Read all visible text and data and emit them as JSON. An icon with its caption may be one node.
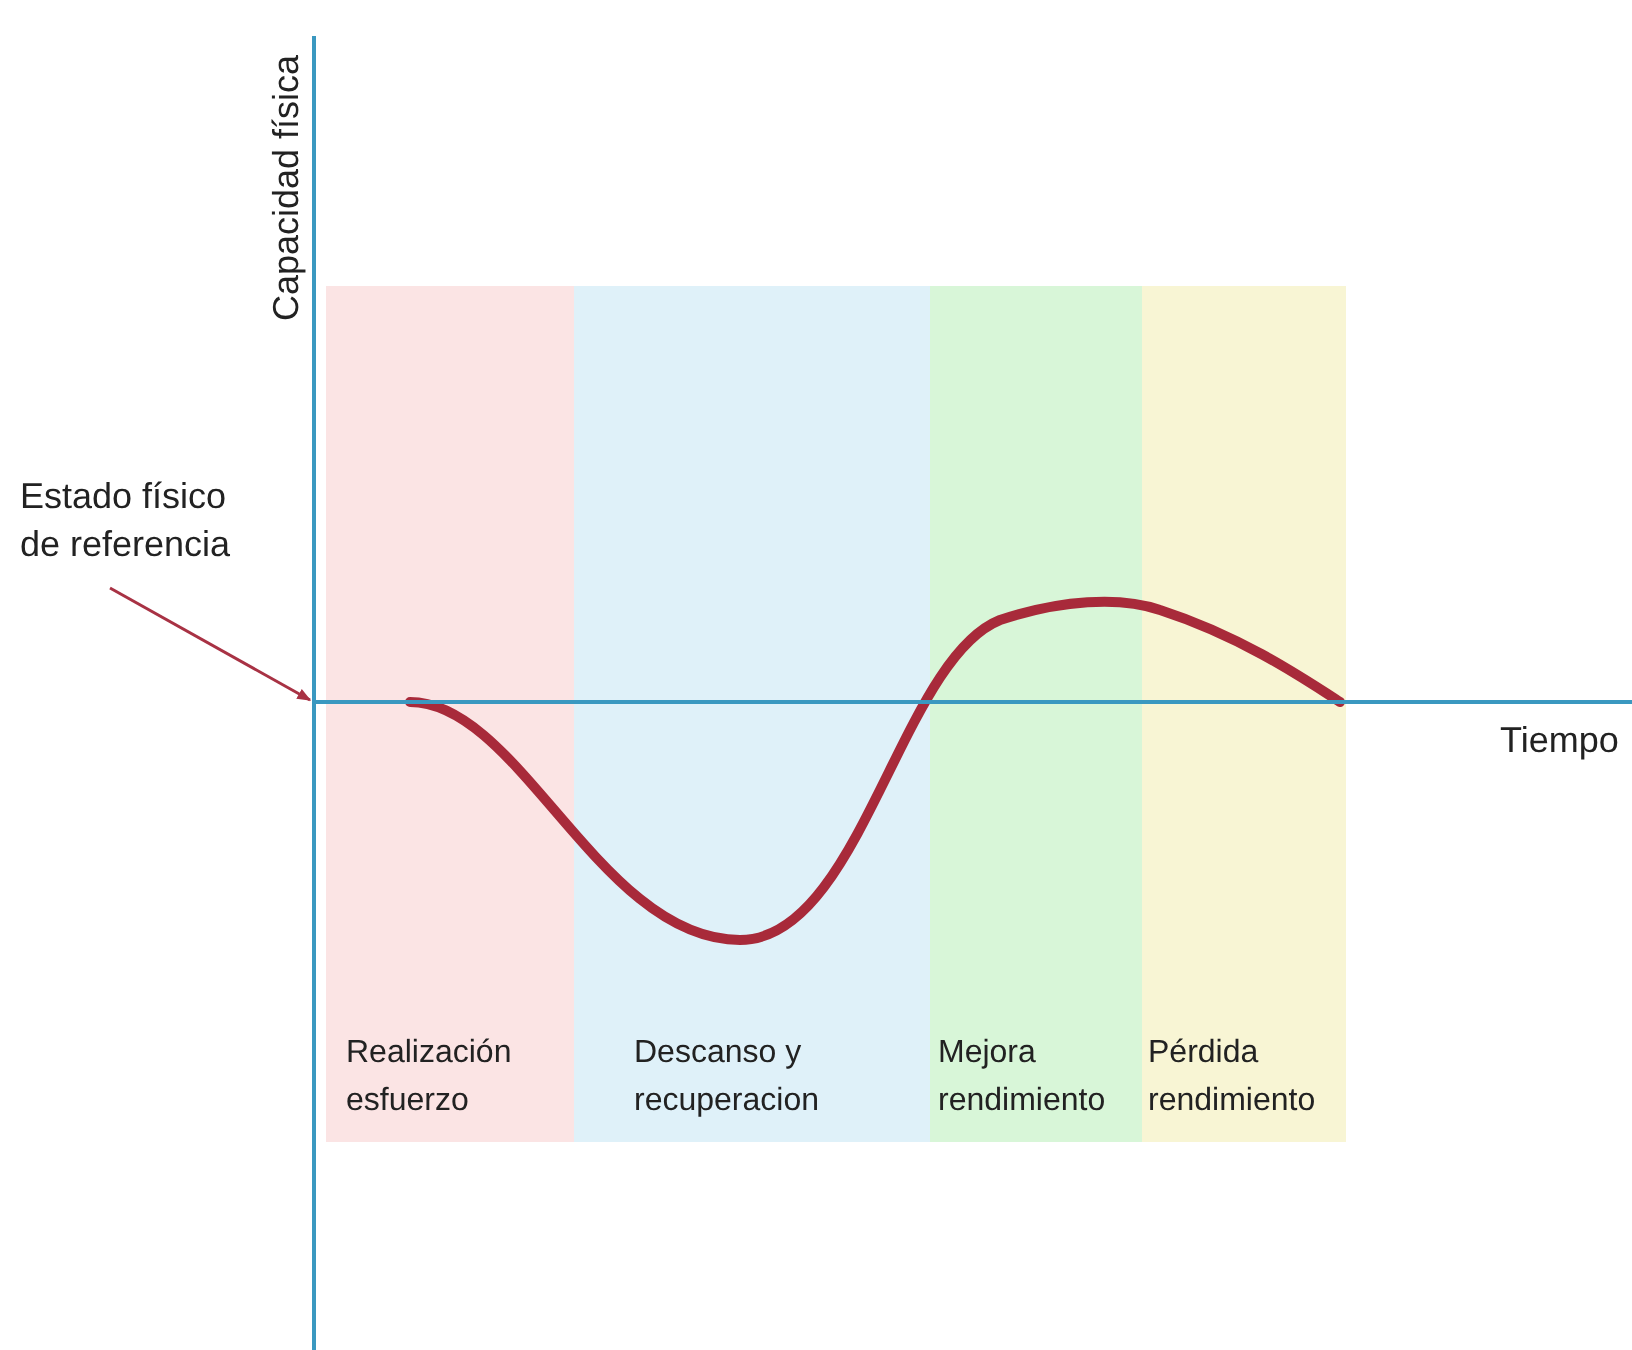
{
  "diagram": {
    "nodes": [
      {
        "text": [
          "Realización esfuerzo"
        ]
      },
      {
        "text": [
          "Descanso y recuperacion"
        ]
      },
      {
        "text": [
          "Mejora rendimiento"
        ]
      },
      {
        "text": [
          "Pérdida rendimiento"
        ]
      },
      {
        "text": [
          "Estado físico de referencia"
        ]
      },
      {
        "text": [],
        "shape": "line"
      }
    ],
    "edges": [
      {
        "from": 4,
        "to": 5,
        "arrow": "to",
        "color": "#a83244"
      }
    ],
    "labels": [
      "Capacidad física",
      "Tiempo"
    ]
  }
}
